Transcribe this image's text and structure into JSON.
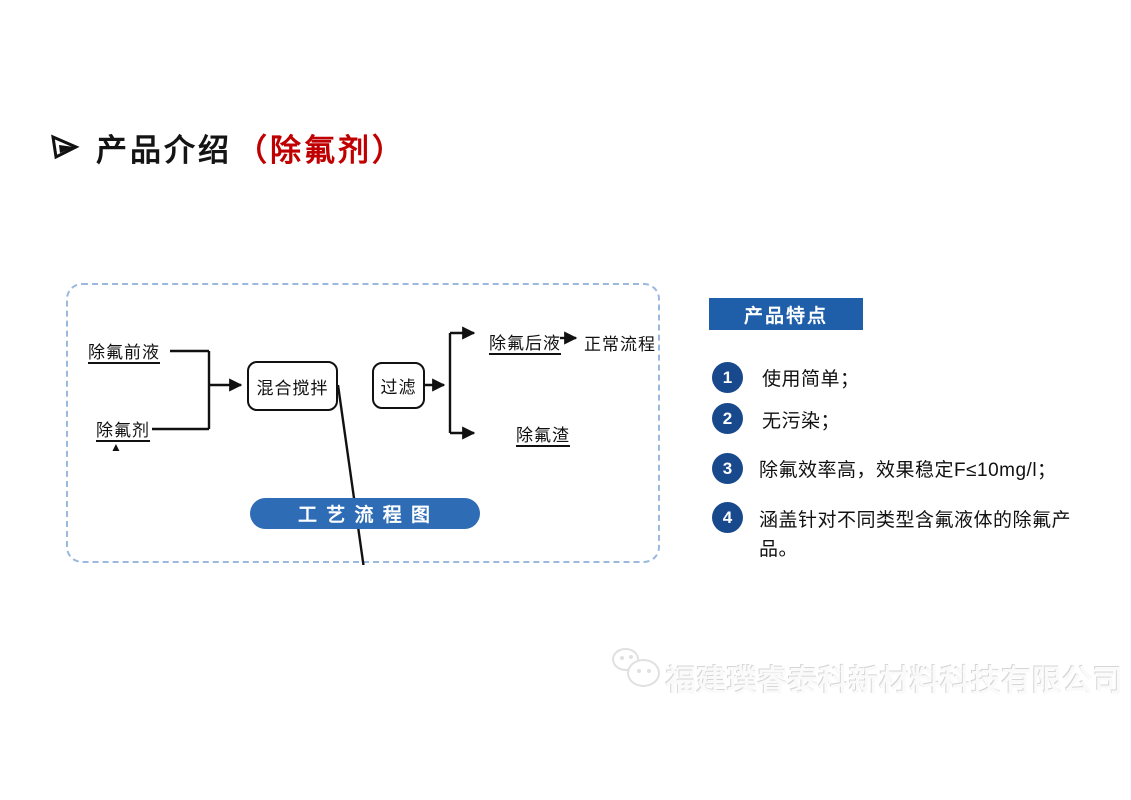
{
  "title": {
    "text_black": "产品介绍",
    "text_red": "（除氟剂）"
  },
  "flowchart": {
    "input_top": "除氟前液",
    "input_bottom": "除氟剂",
    "input_marker": "▲",
    "box_mix": "混合搅拌",
    "box_filter": "过滤",
    "output_top": "除氟后液",
    "output_top_next": "正常流程",
    "output_bottom": "除氟渣",
    "caption": "工 艺 流 程 图"
  },
  "features": {
    "header": "产品特点",
    "items": [
      {
        "num": "1",
        "text": "使用简单；"
      },
      {
        "num": "2",
        "text": "无污染；"
      },
      {
        "num": "3",
        "text": "除氟效率高，效果稳定F≤10mg/l；"
      },
      {
        "num": "4",
        "text": "涵盖针对不同类型含氟液体的除氟产品。"
      }
    ]
  },
  "watermark": {
    "company": "福建璞睿泰科新材料科技有限公司",
    "icon": "wechat-icon"
  },
  "colors": {
    "title_red": "#c00000",
    "caption_pill_blue": "#2e6cb5",
    "features_header_blue": "#1f5fa9",
    "feature_circle_blue": "#17498c",
    "dashed_border_blue": "#9bb9de",
    "line_black": "#111111"
  }
}
